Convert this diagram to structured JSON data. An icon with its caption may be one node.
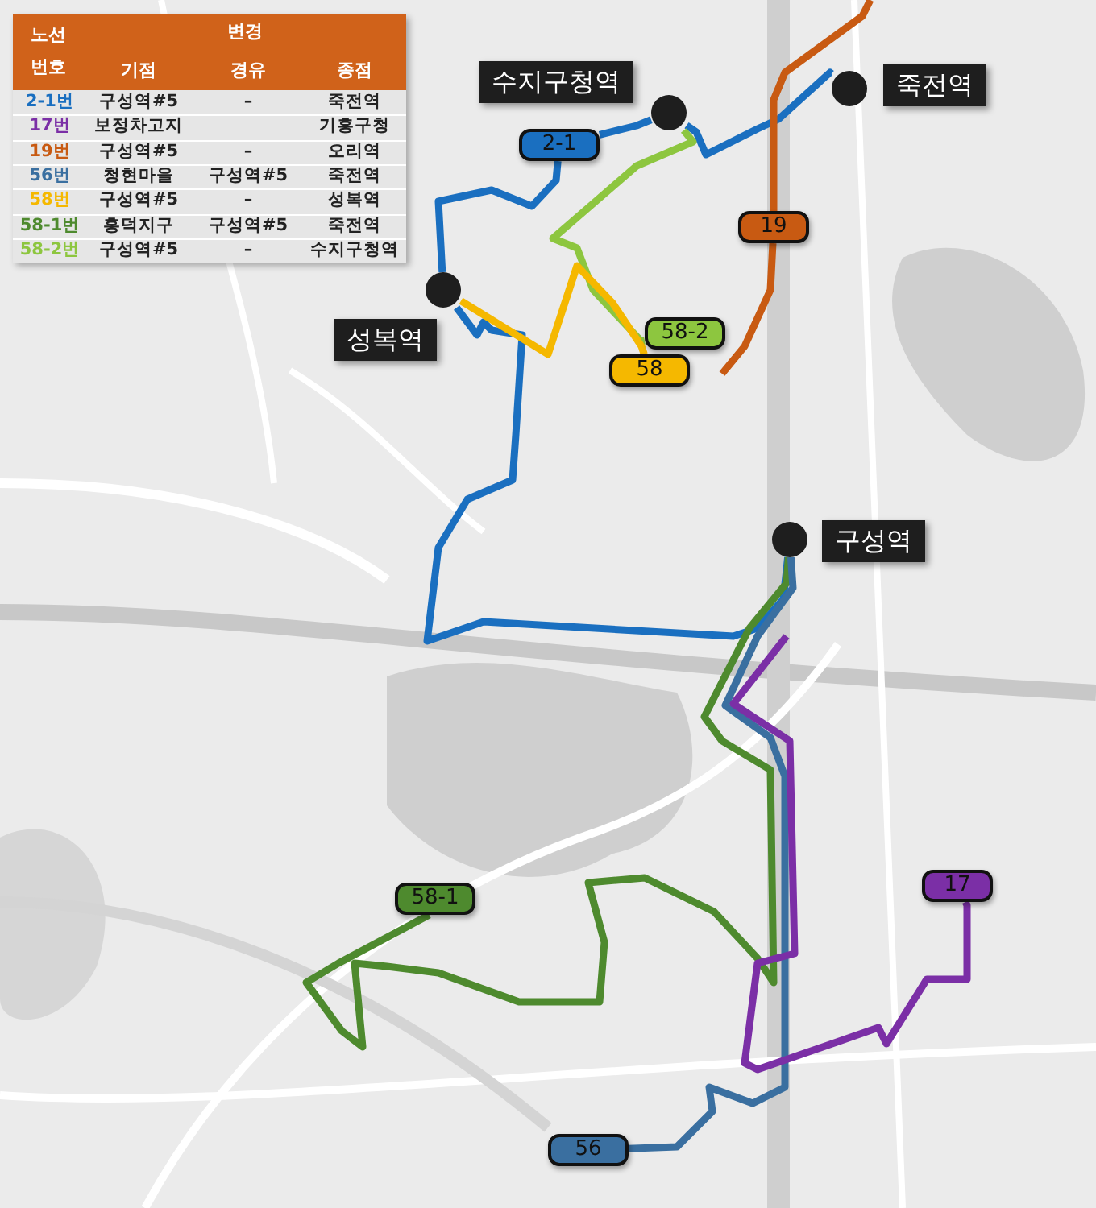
{
  "diagram": {
    "nodes": [
      {
        "text": [
          "수지구청역"
        ]
      },
      {
        "text": [
          "죽전역"
        ]
      },
      {
        "text": [
          "성복역"
        ]
      },
      {
        "text": [
          "구성역"
        ]
      },
      {
        "text": [
          "2-1"
        ]
      },
      {
        "text": [
          "19"
        ]
      },
      {
        "text": [
          "58-2"
        ]
      },
      {
        "text": [
          "58"
        ]
      },
      {
        "text": [
          "58-1"
        ]
      },
      {
        "text": [
          "17"
        ]
      },
      {
        "text": [
          "56"
        ]
      },
      {
        "text": [],
        "shape": "circle"
      },
      {
        "text": [],
        "shape": "circle"
      },
      {
        "text": [],
        "shape": "circle"
      },
      {
        "text": [],
        "shape": "circle"
      }
    ],
    "edges": [
      {
        "from": 13,
        "to": 11,
        "arrow": "none",
        "color": "#1a6fc0"
      },
      {
        "from": 11,
        "to": 4,
        "arrow": "none",
        "color": "#1a6fc0"
      },
      {
        "from": 4,
        "to": 12,
        "arrow": "none",
        "color": "#1a6fc0"
      },
      {
        "from": 12,
        "to": 14,
        "arrow": "none",
        "color": "#1a6fc0"
      },
      {
        "from": null,
        "to": 5,
        "arrow": "none",
        "color": "#c85a12"
      },
      {
        "from": 5,
        "to": null,
        "arrow": "none",
        "color": "#c85a12"
      },
      {
        "from": 12,
        "to": 6,
        "arrow": "none",
        "color": "#8dc63f"
      },
      {
        "from": 11,
        "to": 7,
        "arrow": "none",
        "color": "#f5b800"
      },
      {
        "from": 13,
        "to": 8,
        "arrow": "none",
        "color": "#4e8a2e"
      },
      {
        "from": 13,
        "to": 10,
        "arrow": "none",
        "color": "#3a6fa0"
      },
      {
        "from": null,
        "to": 9,
        "arrow": "none",
        "color": "#7b2fa6"
      }
    ],
    "labels": [
      "노선 번호",
      "변경",
      "기점",
      "경유",
      "종점",
      "2-1번",
      "구성역#5",
      "–",
      "죽전역",
      "17번",
      "보정차고지",
      "기흥구청",
      "19번",
      "구성역#5",
      "–",
      "오리역",
      "56번",
      "청현마을",
      "구성역#5",
      "죽전역",
      "58번",
      "구성역#5",
      "–",
      "성복역",
      "58-1번",
      "흥덕지구",
      "구성역#5",
      "죽전역",
      "58-2번",
      "구성역#5",
      "–",
      "수지구청역"
    ]
  }
}
